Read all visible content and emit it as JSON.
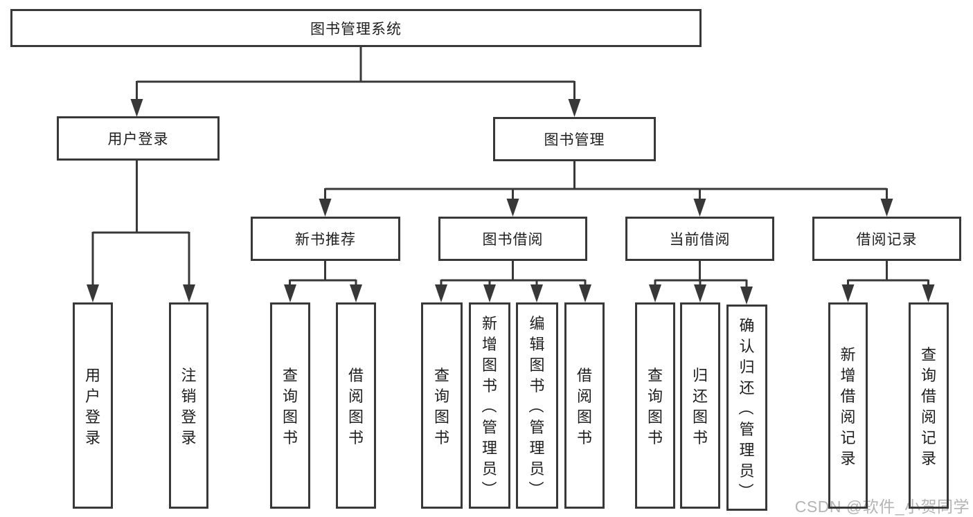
{
  "diagram_title": "图书管理系统",
  "tree": {
    "root": {
      "label": "图书管理系统"
    },
    "branches": {
      "user": {
        "label": "用户登录",
        "children": [
          {
            "label": "用户登录"
          },
          {
            "label": "注销登录"
          }
        ]
      },
      "book": {
        "label": "图书管理",
        "sections": [
          {
            "label": "新书推荐",
            "children": [
              {
                "label": "查询图书"
              },
              {
                "label": "借阅图书"
              }
            ]
          },
          {
            "label": "图书借阅",
            "children": [
              {
                "label": "查询图书"
              },
              {
                "label": "新增图书（管理员）"
              },
              {
                "label": "编辑图书（管理员）"
              },
              {
                "label": "借阅图书"
              }
            ]
          },
          {
            "label": "当前借阅",
            "children": [
              {
                "label": "查询图书"
              },
              {
                "label": "归还图书"
              },
              {
                "label": "确认归还（管理员）"
              }
            ]
          },
          {
            "label": "借阅记录",
            "children": [
              {
                "label": "新增借阅记录"
              },
              {
                "label": "查询借阅记录"
              }
            ]
          }
        ]
      }
    }
  },
  "watermark": {
    "text": "CSDN @软件_小贺同学"
  },
  "colors": {
    "line": "#383838",
    "box_border": "#383838",
    "text": "#1e1e1e",
    "watermark": "#b4b4b4",
    "background": "#ffffff"
  }
}
